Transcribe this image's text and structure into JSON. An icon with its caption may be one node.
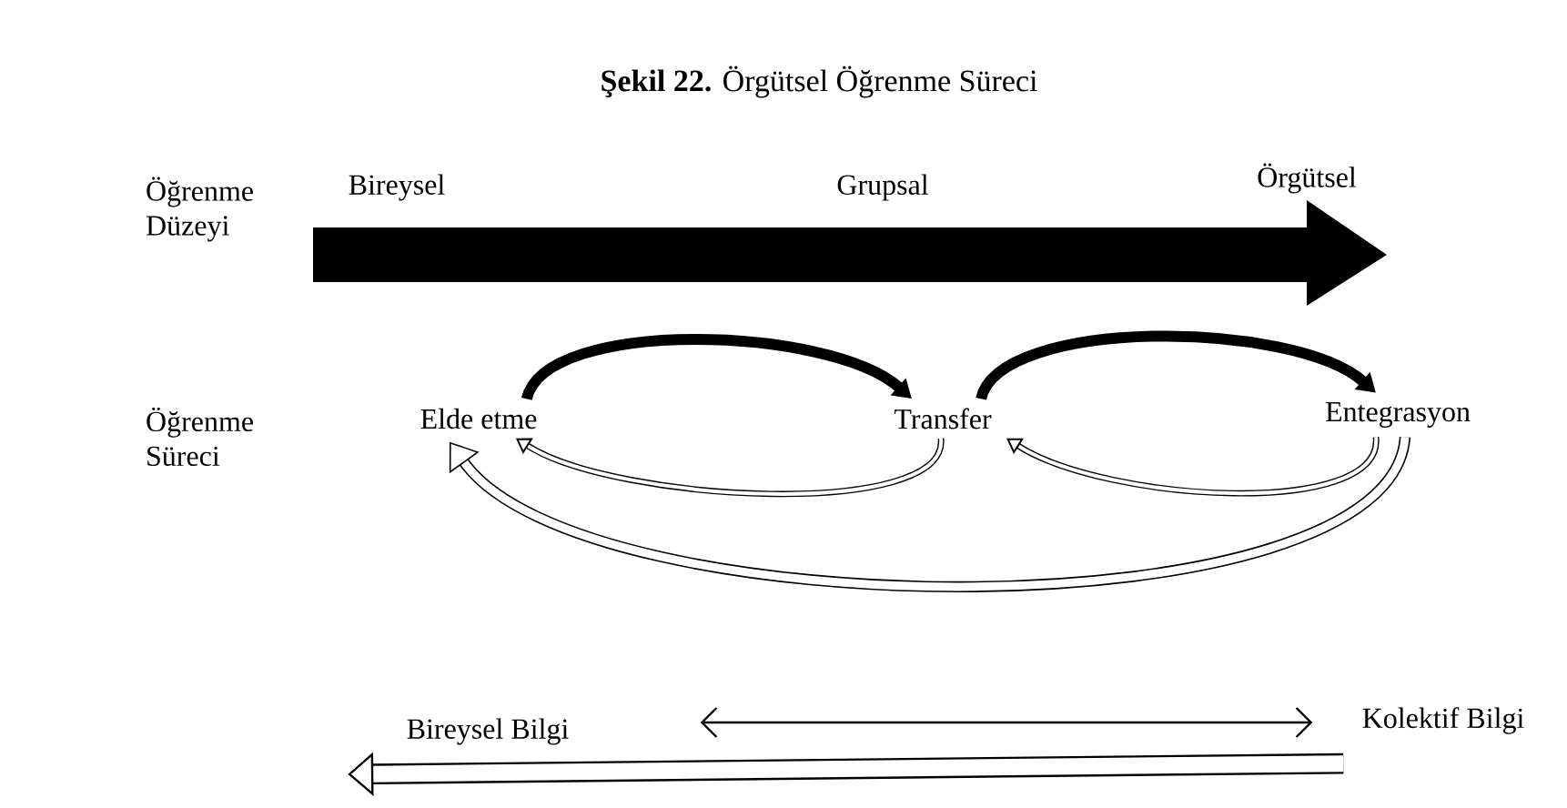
{
  "diagram": {
    "title": "**Şekil 22.** Örgütsel Öğrenme Süreci",
    "nodes": [
      {
        "text": [
          "Elde etme"
        ]
      },
      {
        "text": [
          "Transfer"
        ]
      },
      {
        "text": [
          "Entegrasyon"
        ]
      },
      {
        "text": [
          "Bireysel Bilgi"
        ]
      },
      {
        "text": [
          "Kolektif Bilgi"
        ]
      }
    ],
    "edges": [
      {
        "from": 0,
        "to": 1,
        "arrow": "to"
      },
      {
        "from": 1,
        "to": 2,
        "arrow": "to"
      },
      {
        "from": 1,
        "to": 0,
        "arrow": "to"
      },
      {
        "from": 2,
        "to": 1,
        "arrow": "to"
      },
      {
        "from": 2,
        "to": 0,
        "arrow": "to"
      },
      {
        "from": 3,
        "to": 4,
        "arrow": "both"
      },
      {
        "from": 4,
        "to": 3,
        "arrow": "to",
        "style": "thick"
      }
    ],
    "labels": [
      "Öğrenme Düzeyi",
      "Bireysel",
      "Grupsal",
      "Örgütsel",
      "Öğrenme Süreci"
    ]
  }
}
